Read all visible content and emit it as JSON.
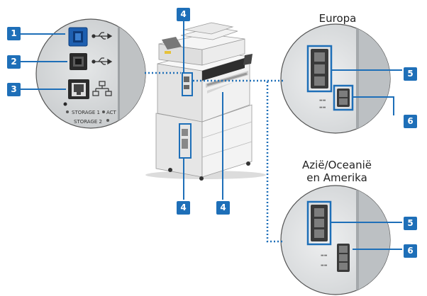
{
  "labels": {
    "europe": "Europa",
    "asia_line1": "Azië/Oceanië",
    "asia_line2": "en Amerika",
    "storage1": "STORAGE 1",
    "act": "ACT",
    "storage2": "STORAGE 2"
  },
  "callouts": [
    "1",
    "2",
    "3",
    "4",
    "5",
    "6"
  ],
  "colors": {
    "callout": "#1e6fb8",
    "leader_line": "#1e6fb8",
    "highlight": "#1e6fb8",
    "panel": "#d9dbdc",
    "printer_body": "#ebebeb"
  },
  "icons": [
    "usb-symbol-icon",
    "lan-symbol-icon"
  ]
}
